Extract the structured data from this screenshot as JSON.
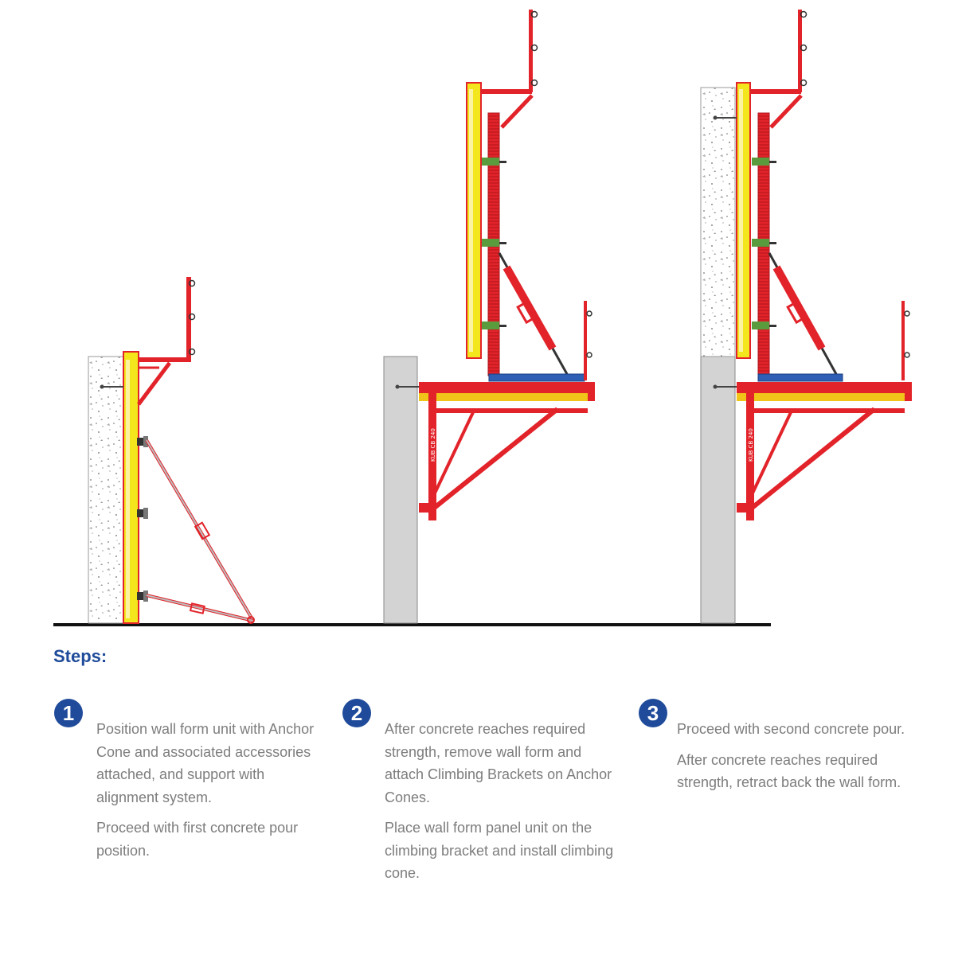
{
  "steps_heading": "Steps:",
  "bracket_label": "KUB CB 240",
  "colors": {
    "accent_blue": "#1f4b9a",
    "form_red": "#e2232a",
    "panel_yellow": "#f4e61c",
    "concrete_gray": "#d3d3d3",
    "text_gray": "#7d7d7d"
  },
  "steps": [
    {
      "number": "1",
      "paragraphs": [
        "Position wall form unit with Anchor Cone and associated accessories attached, and support with alignment system.",
        "Proceed with first concrete pour position."
      ]
    },
    {
      "number": "2",
      "paragraphs": [
        "After concrete reaches required strength, remove wall form and attach Climbing Brackets on Anchor Cones.",
        "Place wall form panel unit on the climbing bracket and install climbing cone."
      ]
    },
    {
      "number": "3",
      "paragraphs": [
        "Proceed with second concrete pour.",
        "After concrete reaches required strength, retract back the wall form."
      ]
    }
  ]
}
